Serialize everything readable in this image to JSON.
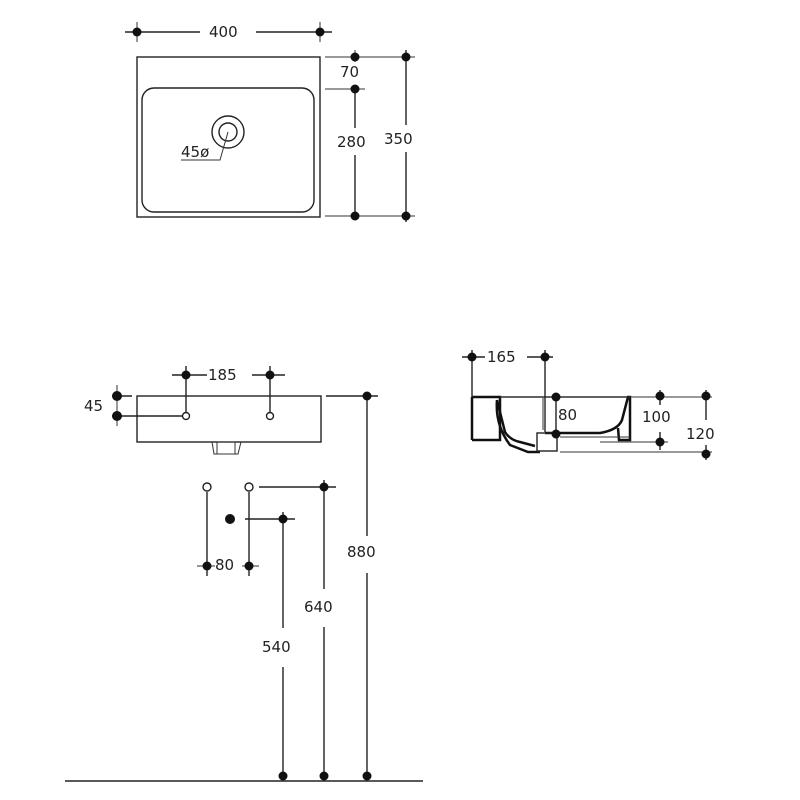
{
  "drawing": {
    "title": "Washbasin technical drawing",
    "top_view": {
      "width_label": "400",
      "depth_label": "350",
      "rim_label": "70",
      "bowl_depth_label": "280",
      "drain_label": "45ø"
    },
    "front_view": {
      "tap_spacing_label": "185",
      "tap_offset_label": "45",
      "rim_height_label": "880",
      "supply_height_label": "640",
      "waste_height_label": "540",
      "supply_spacing_label": "80"
    },
    "side_view": {
      "drain_offset_label": "165",
      "bowl_depth_label": "80",
      "basin_height_label": "100",
      "overall_height_label": "120"
    }
  }
}
